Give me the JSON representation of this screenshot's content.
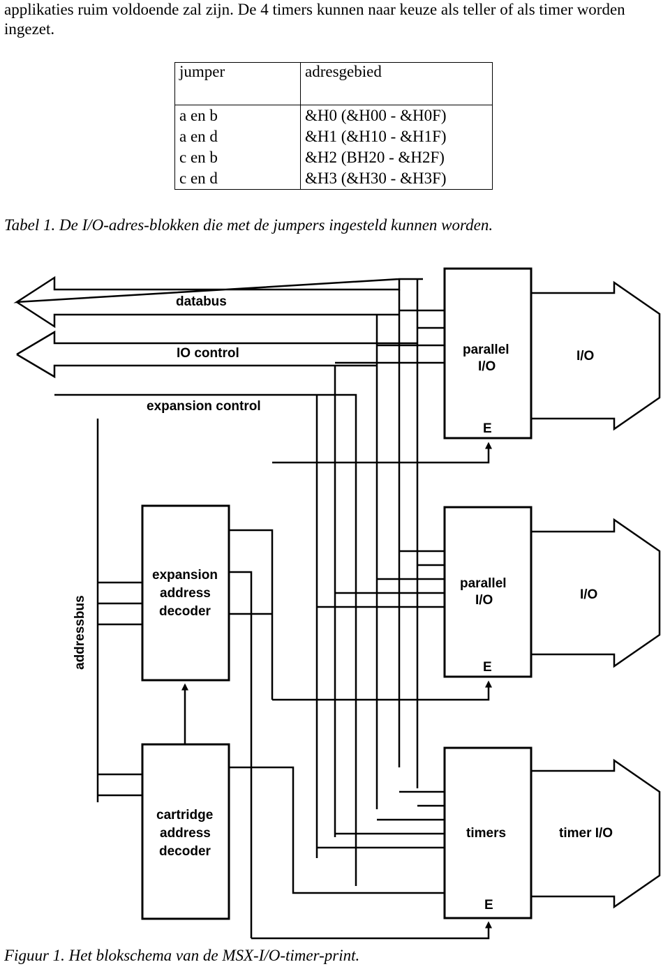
{
  "intro": "applikaties ruim voldoende zal zijn. De 4 timers kunnen naar keuze als teller of als timer worden ingezet.",
  "table": {
    "headers": [
      "jumper",
      "adresgebied"
    ],
    "rows": [
      [
        "a en b",
        "&H0 (&H00 - &H0F)"
      ],
      [
        "a en d",
        "&H1 (&H10 - &H1F)"
      ],
      [
        "c en b",
        "&H2 (BH20 - &H2F)"
      ],
      [
        "c en d",
        "&H3 (&H30 - &H3F)"
      ]
    ],
    "caption": "Tabel 1. De I/O-adres-blokken die met de jumpers ingesteld kunnen worden."
  },
  "diagram": {
    "labels": {
      "databus": "databus",
      "io_control": "IO control",
      "expansion_control": "expansion control",
      "addressbus": "addressbus",
      "expansion_decoder": [
        "expansion",
        "address",
        "decoder"
      ],
      "cartridge_decoder": [
        "cartridge",
        "address",
        "decoder"
      ],
      "parallel_1": [
        "parallel",
        "I/O"
      ],
      "parallel_2": [
        "parallel",
        "I/O"
      ],
      "timers": "timers",
      "io_1": "I/O",
      "io_2": "I/O",
      "timer_io": "timer I/O",
      "enable_1": "E",
      "enable_2": "E",
      "enable_3": "E"
    },
    "caption": "Figuur 1. Het blokschema van de MSX-I/O-timer-print."
  }
}
